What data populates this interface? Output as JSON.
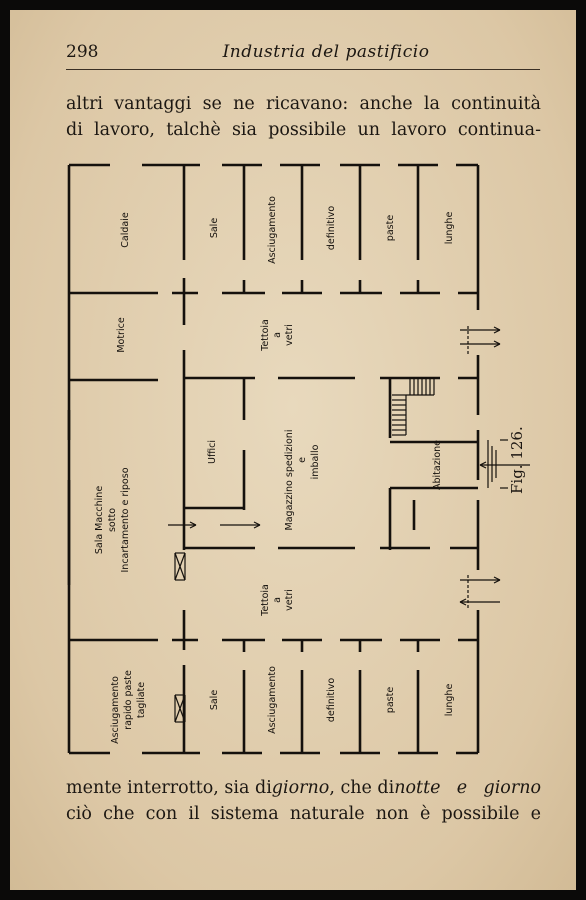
{
  "header": {
    "page_number": "298",
    "running_title": "Industria del pastificio"
  },
  "body_text": {
    "line1": "altri vantaggi se ne ricavano: anche la continuità",
    "line2": "di lavoro, talchè sia possibile un lavoro continua-",
    "line3_a": "mente interrotto, sia di ",
    "line3_b": "giorno",
    "line3_c": ", che di ",
    "line3_d": "notte e giorno",
    "line4": "ciò che con il sistema naturale non è possibile e"
  },
  "figure": {
    "caption": "Fig. 126.",
    "labels": {
      "caldaie": "Caldaie",
      "sale_top": "Sale",
      "asciugamento_top": "Asciugamento",
      "definitivo_top": "definitivo",
      "paste_top": "paste",
      "lunghe_top": "lunghe",
      "motrice": "Motrice",
      "tettoia_top_1": "Tettoia",
      "tettoia_top_2": "a",
      "tettoia_top_3": "vetri",
      "sala_1": "Sala Macchine",
      "sala_2": "sotto",
      "sala_3": "Incartamento e riposo",
      "uffici": "Uffici",
      "magazzino_1": "Magazzino spedizioni",
      "magazzino_2": "e",
      "magazzino_3": "imballo",
      "abitazione": "Abitazione",
      "tettoia_bot_1": "Tettoia",
      "tettoia_bot_2": "a",
      "tettoia_bot_3": "vetri",
      "asciug_rapido_1": "Asciugamento",
      "asciug_rapido_2": "rapido  paste",
      "asciug_rapido_3": "tagliate",
      "sale_bot": "Sale",
      "asciugamento_bot": "Asciugamento",
      "definitivo_bot": "definitivo",
      "paste_bot": "paste",
      "lunghe_bot": "lunghe"
    }
  }
}
